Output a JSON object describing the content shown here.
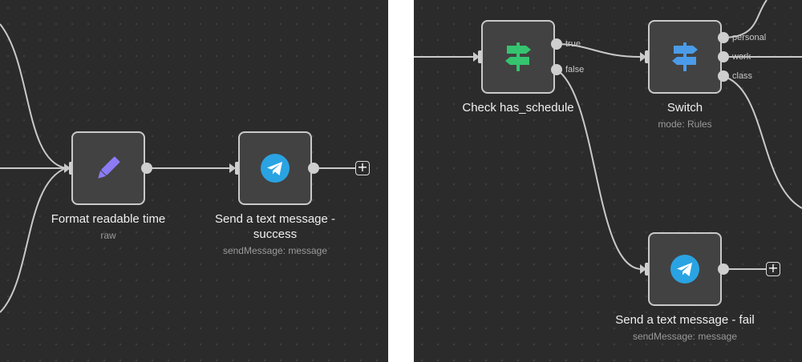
{
  "left_panel": {
    "format_node": {
      "title": "Format readable time",
      "subtitle": "raw",
      "icon": "pencil-icon",
      "icon_color": "#8b7cf6"
    },
    "send_success_node": {
      "title_line1": "Send a text message -",
      "title_line2": "success",
      "subtitle": "sendMessage: message",
      "icon": "telegram-icon",
      "icon_color": "#2aa3e3"
    },
    "add_button_label": "+"
  },
  "right_panel": {
    "check_node": {
      "title": "Check has_schedule",
      "icon": "signpost-icon",
      "icon_color": "#35c46f",
      "outputs": [
        "true",
        "false"
      ]
    },
    "switch_node": {
      "title": "Switch",
      "subtitle": "mode: Rules",
      "icon": "signpost-icon",
      "icon_color": "#4b9be8",
      "outputs": [
        "personal",
        "work",
        "class"
      ]
    },
    "send_fail_node": {
      "title": "Send a text message - fail",
      "subtitle": "sendMessage: message",
      "icon": "telegram-icon",
      "icon_color": "#2aa3e3"
    },
    "add_button_label": "+"
  }
}
